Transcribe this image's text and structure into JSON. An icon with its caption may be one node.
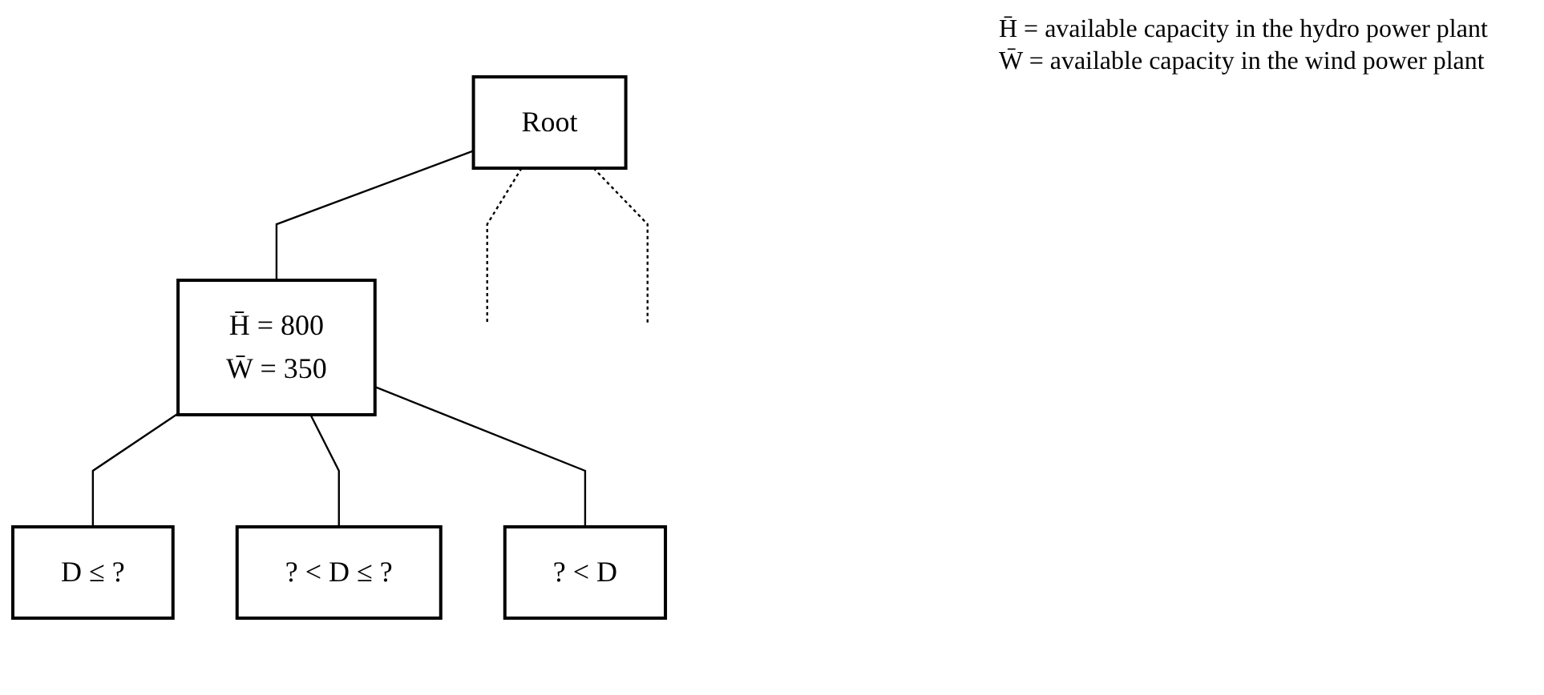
{
  "diagram": {
    "nodes": [
      {
        "text": [
          "Root"
        ]
      },
      {
        "text": [
          "H̄ = 800",
          "W̄ = 350"
        ]
      },
      {
        "text": [
          "D ≤ ?"
        ]
      },
      {
        "text": [
          "? < D ≤ ?"
        ]
      },
      {
        "text": [
          "? < D"
        ]
      }
    ],
    "edges": [
      {
        "from": 0,
        "to": null,
        "arrow": "none",
        "style": "dashed"
      },
      {
        "from": 0,
        "to": 1,
        "arrow": "none"
      },
      {
        "from": 0,
        "to": null,
        "arrow": "none",
        "style": "dashed"
      },
      {
        "from": 1,
        "to": 2,
        "arrow": "none"
      },
      {
        "from": 1,
        "to": 3,
        "arrow": "none"
      },
      {
        "from": 1,
        "to": 4,
        "arrow": "none"
      }
    ],
    "labels": [
      "H̄ = available capacity in the hydro power plant",
      "W̄ = available capacity in the wind power plant"
    ]
  }
}
